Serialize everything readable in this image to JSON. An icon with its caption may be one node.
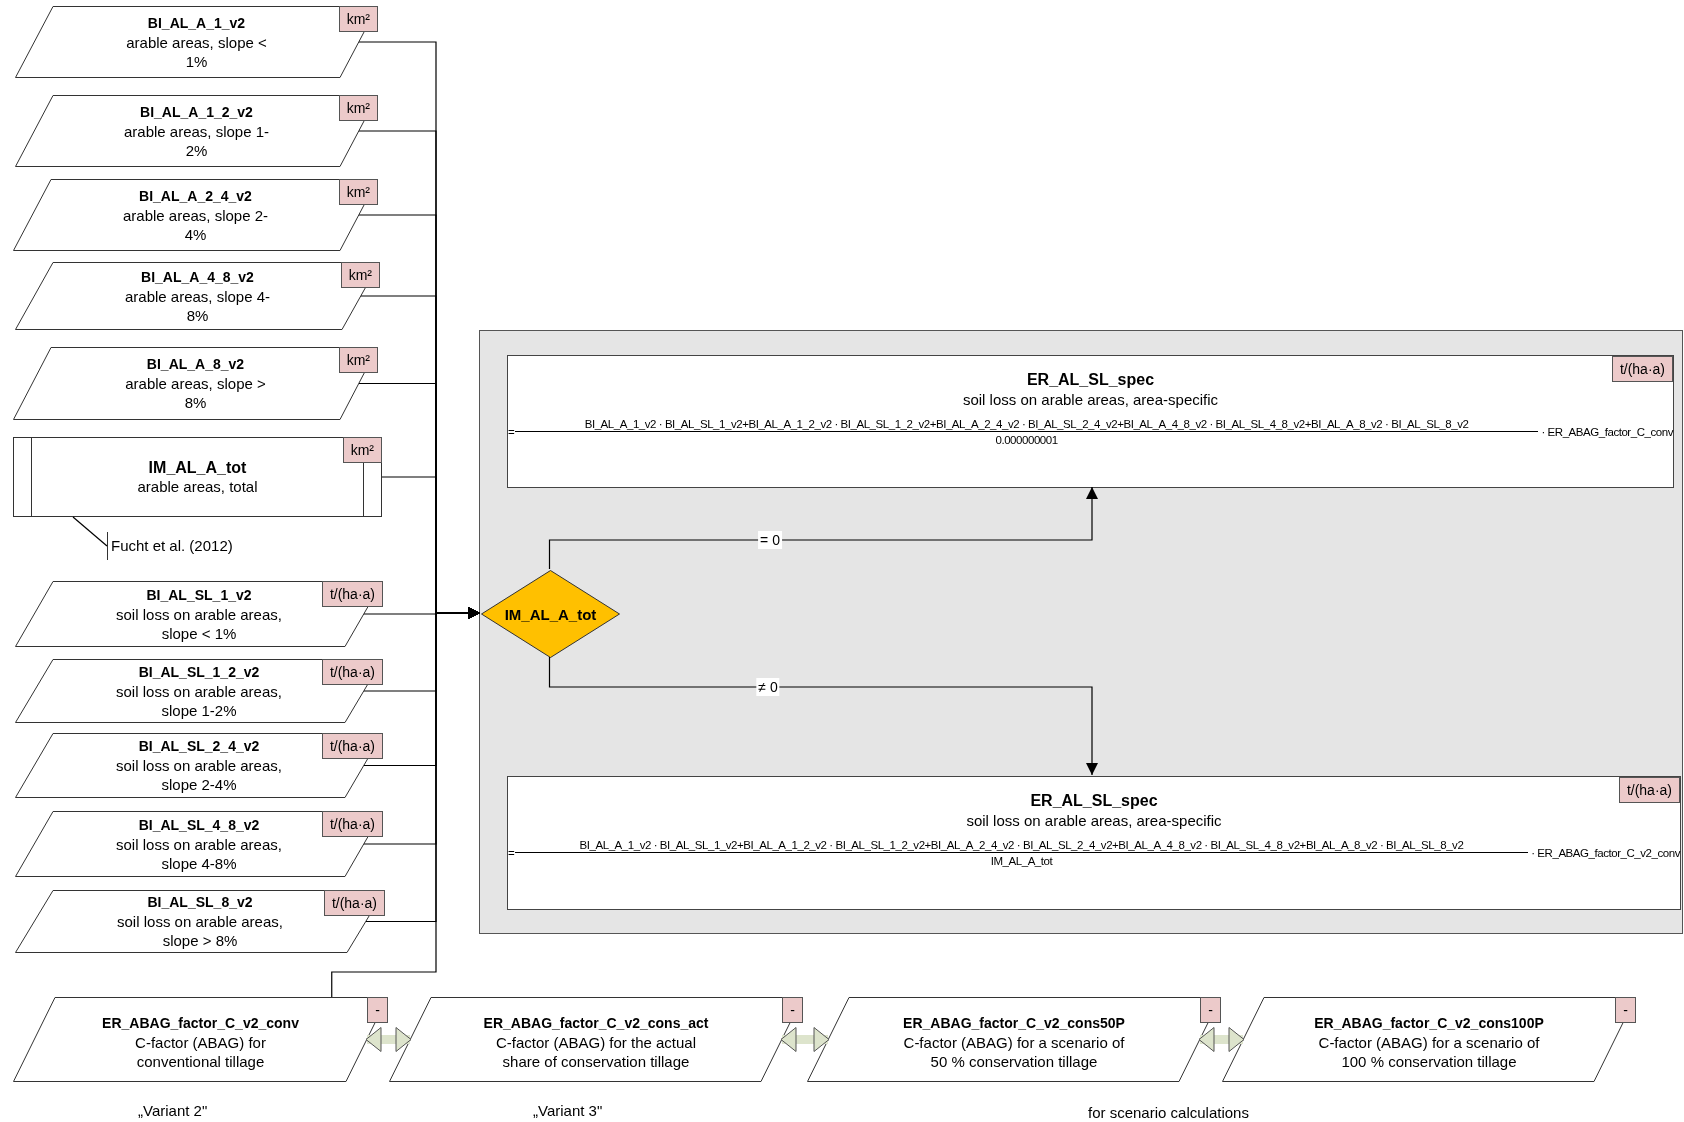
{
  "diagram": {
    "nodes": [
      {
        "text": [
          "BI_AL_A_1_v2",
          "arable areas, slope < 1%"
        ]
      },
      {
        "text": [
          "km²"
        ],
        "in": 0
      },
      {
        "text": [
          "BI_AL_A_1_2_v2",
          "arable areas, slope 1-2%"
        ]
      },
      {
        "text": [
          "km²"
        ],
        "in": 2
      },
      {
        "text": [
          "BI_AL_A_2_4_v2",
          "arable areas, slope 2-4%"
        ]
      },
      {
        "text": [
          "km²"
        ],
        "in": 4
      },
      {
        "text": [
          "BI_AL_A_4_8_v2",
          "arable areas, slope 4-8%"
        ]
      },
      {
        "text": [
          "km²"
        ],
        "in": 6
      },
      {
        "text": [
          "BI_AL_A_8_v2",
          "arable areas, slope > 8%"
        ]
      },
      {
        "text": [
          "km²"
        ],
        "in": 8
      },
      {
        "text": [
          "IM_AL_A_tot",
          "arable areas, total"
        ]
      },
      {
        "text": [
          "km²"
        ],
        "in": 10
      },
      {
        "text": [
          "Fucht et al. (2012)"
        ]
      },
      {
        "text": [
          "BI_AL_SL_1_v2",
          "soil loss on arable areas, slope < 1%"
        ]
      },
      {
        "text": [
          "t/(ha·a)"
        ],
        "in": 13
      },
      {
        "text": [
          "BI_AL_SL_1_2_v2",
          "soil loss on arable areas, slope 1-2%"
        ]
      },
      {
        "text": [
          "t/(ha·a)"
        ],
        "in": 15
      },
      {
        "text": [
          "BI_AL_SL_2_4_v2",
          "soil loss on arable areas, slope 2-4%"
        ]
      },
      {
        "text": [
          "t/(ha·a)"
        ],
        "in": 17
      },
      {
        "text": [
          "BI_AL_SL_4_8_v2",
          "soil loss on arable areas, slope 4-8%"
        ]
      },
      {
        "text": [
          "t/(ha·a)"
        ],
        "in": 19
      },
      {
        "text": [
          "BI_AL_SL_8_v2",
          "soil loss on arable areas, slope > 8%"
        ]
      },
      {
        "text": [
          "t/(ha·a)"
        ],
        "in": 21
      },
      {
        "text": [],
        "shape": "box"
      },
      {
        "text": [
          "IM_AL_A_tot"
        ],
        "in": 23
      },
      {
        "text": [
          "ER_AL_SL_spec",
          "soil loss on arable areas, area-specific",
          "=",
          "BI_AL_A_1_v2 · BI_AL_SL_1_v2+BI_AL_A_1_2_v2 · BI_AL_SL_1_2_v2+BI_AL_A_2_4_v2 · BI_AL_SL_2_4_v2+BI_AL_A_4_8_v2 · BI_AL_SL_4_8_v2+BI_AL_A_8_v2 · BI_AL_SL_8_v2",
          "0.000000001",
          "· ER_ABAG_factor_C_conv"
        ],
        "in": 23
      },
      {
        "text": [
          "t/(ha·a)"
        ],
        "in": 25
      },
      {
        "text": [
          "ER_AL_SL_spec",
          "soil loss on arable areas, area-specific",
          "=",
          "BI_AL_A_1_v2 · BI_AL_SL_1_v2+BI_AL_A_1_2_v2 · BI_AL_SL_1_2_v2+BI_AL_A_2_4_v2 · BI_AL_SL_2_4_v2+BI_AL_A_4_8_v2 · BI_AL_SL_4_8_v2+BI_AL_A_8_v2 · BI_AL_SL_8_v2",
          "IM_AL_A_tot",
          "· ER_ABAG_factor_C_v2_conv"
        ],
        "in": 23
      },
      {
        "text": [
          "t/(ha·a)"
        ],
        "in": 27
      },
      {
        "text": [
          "ER_ABAG_factor_C_v2_conv",
          "C-factor (ABAG) for conventional tillage"
        ]
      },
      {
        "text": [
          "-"
        ],
        "in": 29
      },
      {
        "text": [
          "ER_ABAG_factor_C_v2_cons_act",
          "C-factor (ABAG) for the actual share of conservation tillage"
        ]
      },
      {
        "text": [
          "-"
        ],
        "in": 31
      },
      {
        "text": [
          "ER_ABAG_factor_C_v2_cons50P",
          "C-factor (ABAG) for a scenario of 50 % conservation tillage"
        ]
      },
      {
        "text": [
          "-"
        ],
        "in": 33
      },
      {
        "text": [
          "ER_ABAG_factor_C_v2_cons100P",
          "C-factor (ABAG) for a scenario of 100 % conservation tillage"
        ]
      },
      {
        "text": [
          "-"
        ],
        "in": 35
      }
    ],
    "edges": [
      {
        "from": 0,
        "to": 24,
        "arrow": "to"
      },
      {
        "from": 2,
        "to": 24,
        "arrow": "to"
      },
      {
        "from": 4,
        "to": 24,
        "arrow": "to"
      },
      {
        "from": 6,
        "to": 24,
        "arrow": "to"
      },
      {
        "from": 8,
        "to": 24,
        "arrow": "to"
      },
      {
        "from": 10,
        "to": 24,
        "arrow": "to"
      },
      {
        "from": 13,
        "to": 24,
        "arrow": "to"
      },
      {
        "from": 15,
        "to": 24,
        "arrow": "to"
      },
      {
        "from": 17,
        "to": 24,
        "arrow": "to"
      },
      {
        "from": 19,
        "to": 24,
        "arrow": "to"
      },
      {
        "from": 21,
        "to": 24,
        "arrow": "to"
      },
      {
        "from": 29,
        "to": 24,
        "arrow": "to"
      },
      {
        "from": 12,
        "to": 10,
        "arrow": "none"
      },
      {
        "from": 24,
        "to": 25,
        "arrow": "to",
        "label": "= 0"
      },
      {
        "from": 24,
        "to": 27,
        "arrow": "to",
        "label": "≠ 0"
      },
      {
        "from": 29,
        "to": 31,
        "arrow": "both",
        "style": "thick",
        "color": "#dde4cc"
      },
      {
        "from": 31,
        "to": 33,
        "arrow": "both",
        "style": "thick",
        "color": "#dde4cc"
      },
      {
        "from": 33,
        "to": 35,
        "arrow": "both",
        "style": "thick",
        "color": "#dde4cc"
      }
    ],
    "labels": [
      "„Variant 2\"",
      "„Variant 3\"",
      "for scenario calculations"
    ]
  }
}
